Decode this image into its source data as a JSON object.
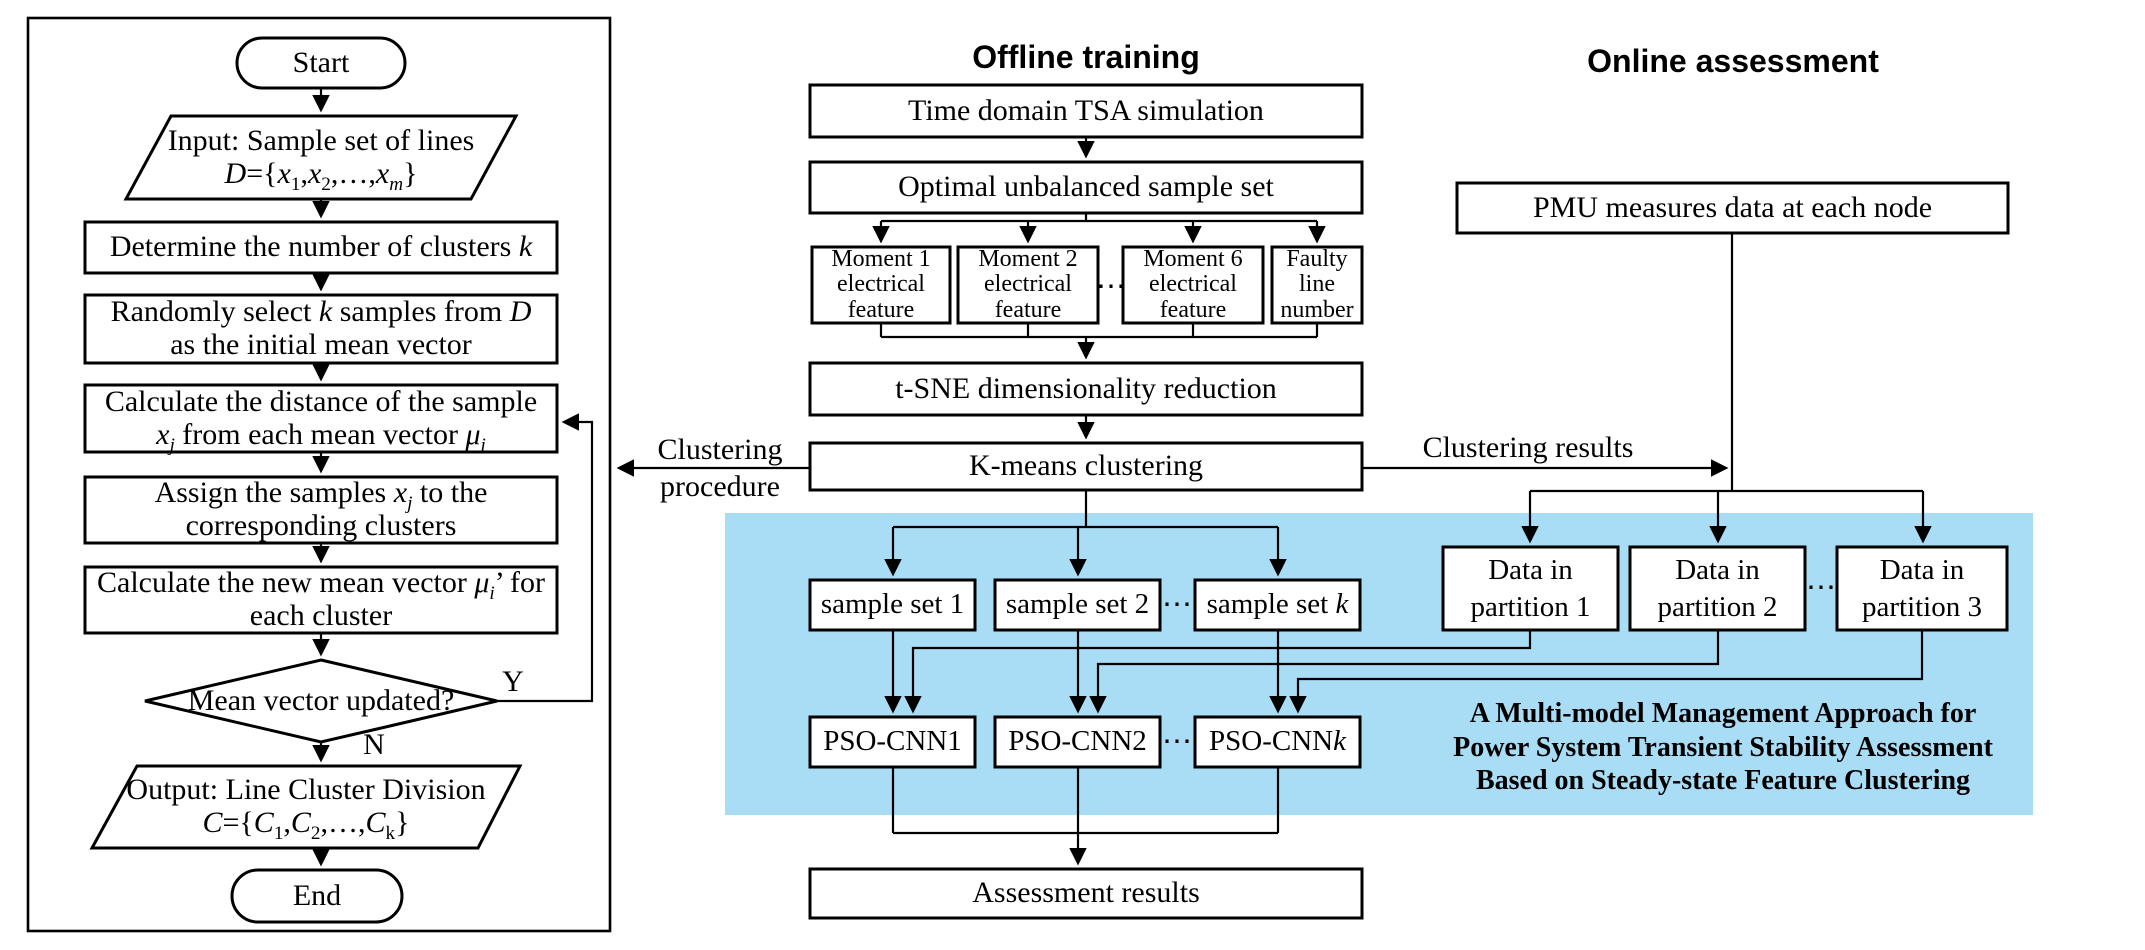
{
  "colors": {
    "highlight": "#a9ddf5"
  },
  "section_titles": {
    "offline": "Offline training",
    "online": "Online assessment"
  },
  "dots": "⋯",
  "flow": {
    "start": "Start",
    "input1": "Input: Sample set of lines",
    "input2": [
      {
        "t": "D",
        "f": "i"
      },
      {
        "t": "={"
      },
      {
        "t": "x",
        "f": "i"
      },
      {
        "t": "1",
        "f": "sub"
      },
      {
        "t": ","
      },
      {
        "t": "x",
        "f": "i"
      },
      {
        "t": "2",
        "f": "sub"
      },
      {
        "t": ",…,"
      },
      {
        "t": "x",
        "f": "i"
      },
      {
        "t": "m",
        "f": "isub"
      },
      {
        "t": "}"
      }
    ],
    "determine": [
      {
        "t": "Determine the number of clusters "
      },
      {
        "t": "k",
        "f": "i"
      }
    ],
    "random": [
      {
        "t": "Randomly select "
      },
      {
        "t": "k",
        "f": "i"
      },
      {
        "t": " samples from "
      },
      {
        "t": "D",
        "f": "i"
      },
      {
        "t": " as the initial mean vector"
      }
    ],
    "distance": [
      {
        "t": "Calculate the distance of the sample "
      },
      {
        "t": "x",
        "f": "i"
      },
      {
        "t": "j",
        "f": "isub"
      },
      {
        "t": " from each mean vector "
      },
      {
        "t": "μ",
        "f": "i"
      },
      {
        "t": "i",
        "f": "isub"
      }
    ],
    "assign": [
      {
        "t": "Assign the samples "
      },
      {
        "t": "x",
        "f": "i"
      },
      {
        "t": "j",
        "f": "isub"
      },
      {
        "t": " to the corresponding clusters"
      }
    ],
    "newmean": [
      {
        "t": "Calculate the new mean vector "
      },
      {
        "t": "μ",
        "f": "i"
      },
      {
        "t": "i",
        "f": "isub"
      },
      {
        "t": "’ for each cluster"
      }
    ],
    "decision": "Mean vector updated?",
    "yes": "Y",
    "no": "N",
    "output1": "Output: Line Cluster Division",
    "output2": [
      {
        "t": "C",
        "f": "i"
      },
      {
        "t": "={"
      },
      {
        "t": "C",
        "f": "i"
      },
      {
        "t": "1",
        "f": "sub"
      },
      {
        "t": ","
      },
      {
        "t": "C",
        "f": "i"
      },
      {
        "t": "2",
        "f": "sub"
      },
      {
        "t": ",…,"
      },
      {
        "t": "C",
        "f": "i"
      },
      {
        "t": "k",
        "f": "sub"
      },
      {
        "t": "}"
      }
    ],
    "end": "End"
  },
  "labels": {
    "proc1": "Clustering",
    "proc2": "procedure",
    "results": "Clustering results"
  },
  "offline": {
    "tsa": "Time domain TSA simulation",
    "optimal": "Optimal unbalanced sample set",
    "m1": {
      "l1": "Moment 1",
      "l2": "electrical",
      "l3": "feature"
    },
    "m2": {
      "l1": "Moment 2",
      "l2": "electrical",
      "l3": "feature"
    },
    "m3": {
      "l1": "Moment 6",
      "l2": "electrical",
      "l3": "feature"
    },
    "m4": {
      "l1": "Faulty",
      "l2": "line",
      "l3": "number"
    },
    "tsne": "t-SNE dimensionality reduction",
    "kmeans": "K-means clustering",
    "ss1": "sample set 1",
    "ss2": "sample set 2",
    "ssk": [
      {
        "t": "sample set "
      },
      {
        "t": "k",
        "f": "i"
      }
    ],
    "pso1": "PSO-CNN1",
    "pso2": "PSO-CNN2",
    "psok": [
      {
        "t": "PSO-CNN"
      },
      {
        "t": "k",
        "f": "i"
      }
    ],
    "assessment": "Assessment results"
  },
  "online": {
    "pmu": "PMU measures data at each node",
    "p1": {
      "l1": "Data in",
      "l2": "partition 1"
    },
    "p2": {
      "l1": "Data in",
      "l2": "partition 2"
    },
    "p3": {
      "l1": "Data in",
      "l2": "partition 3"
    },
    "caption1": "A Multi-model Management Approach for",
    "caption2": "Power System Transient Stability Assessment",
    "caption3": "Based on Steady-state Feature Clustering"
  }
}
